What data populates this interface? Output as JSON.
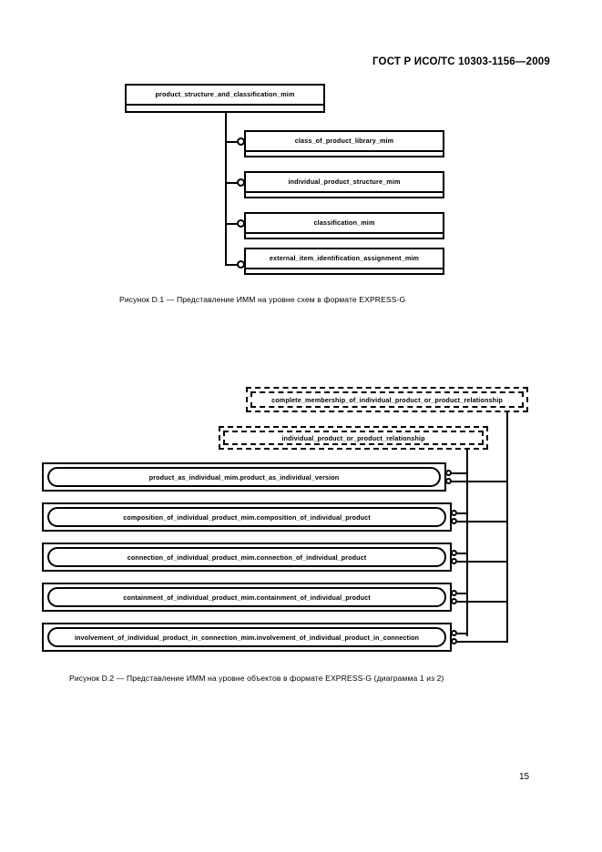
{
  "document": {
    "standard_header": "ГОСТ Р ИСО/ТС 10303-1156—2009",
    "page_number": "15"
  },
  "figure_d1": {
    "caption": "Рисунок  D.1 — Представление ИММ на уровне схем в формате EXPRESS-G",
    "root": {
      "label": "product_structure_and_classification_mim"
    },
    "children": [
      {
        "label": "class_of_product_library_mim"
      },
      {
        "label": "individual_product_structure_mim"
      },
      {
        "label": "classification_mim"
      },
      {
        "label": "external_item_identification_assignment_mim"
      }
    ]
  },
  "figure_d2": {
    "caption": "Рисунок  D.2 — Представление ИММ на уровне объектов в формате EXPRESS-G (диаграмма 1 из 2)",
    "dashed_nodes": [
      {
        "label": "complete_membership_of_individual_product_or_product_relationship"
      },
      {
        "label": "individual_product_or_product_relationship"
      }
    ],
    "entity_nodes": [
      {
        "label": "product_as_individual_mim.product_as_individual_version"
      },
      {
        "label": "composition_of_individual_product_mim.composition_of_individual_product"
      },
      {
        "label": "connection_of_individual_product_mim.connection_of_individual_product"
      },
      {
        "label": "containment_of_individual_product_mim.containment_of_individual_product"
      },
      {
        "label": "involvement_of_individual_product_in_connection_mim.involvement_of_individual_product_in_connection"
      }
    ]
  },
  "colors": {
    "ink": "#000000",
    "paper": "#ffffff"
  }
}
